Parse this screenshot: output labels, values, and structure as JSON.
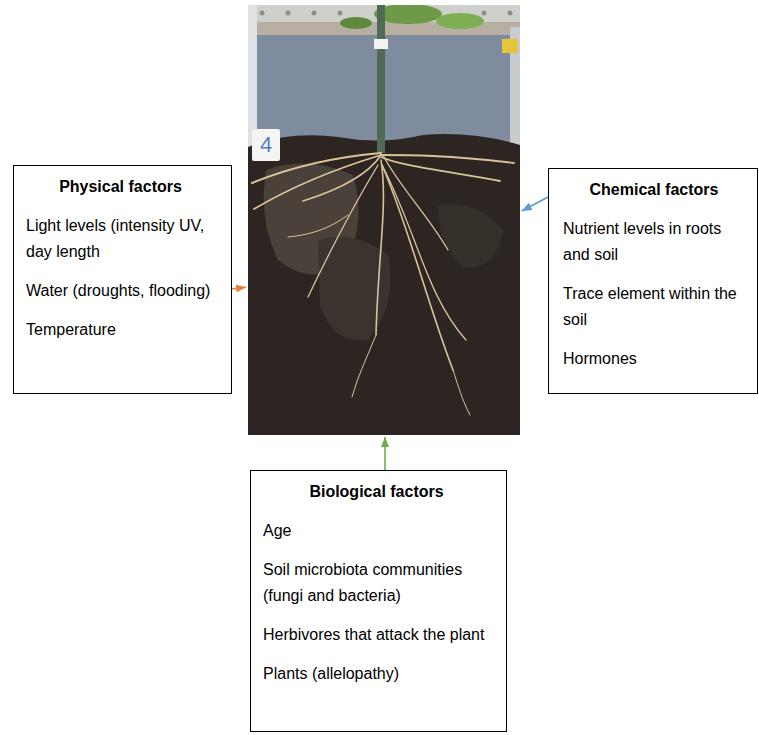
{
  "diagram": {
    "nodes": [
      {
        "text": [
          "4"
        ]
      },
      {
        "text": [
          "Physical factors",
          "Light levels (intensity UV, day length",
          "Water (droughts, flooding)",
          "Temperature"
        ]
      },
      {
        "text": [
          "Chemical factors",
          "Nutrient levels in roots and soil",
          "Trace element within the soil",
          "Hormones"
        ]
      },
      {
        "text": [
          "Biological factors",
          "Age",
          "Soil microbiota communities (fungi and bacteria)",
          "Herbivores that attack the plant",
          "Plants (allelopathy)"
        ]
      }
    ],
    "edges": [
      {
        "from": 1,
        "to": 0,
        "arrow": "to"
      },
      {
        "from": 2,
        "to": 0,
        "arrow": "to"
      },
      {
        "from": 3,
        "to": 0,
        "arrow": "to"
      }
    ]
  }
}
